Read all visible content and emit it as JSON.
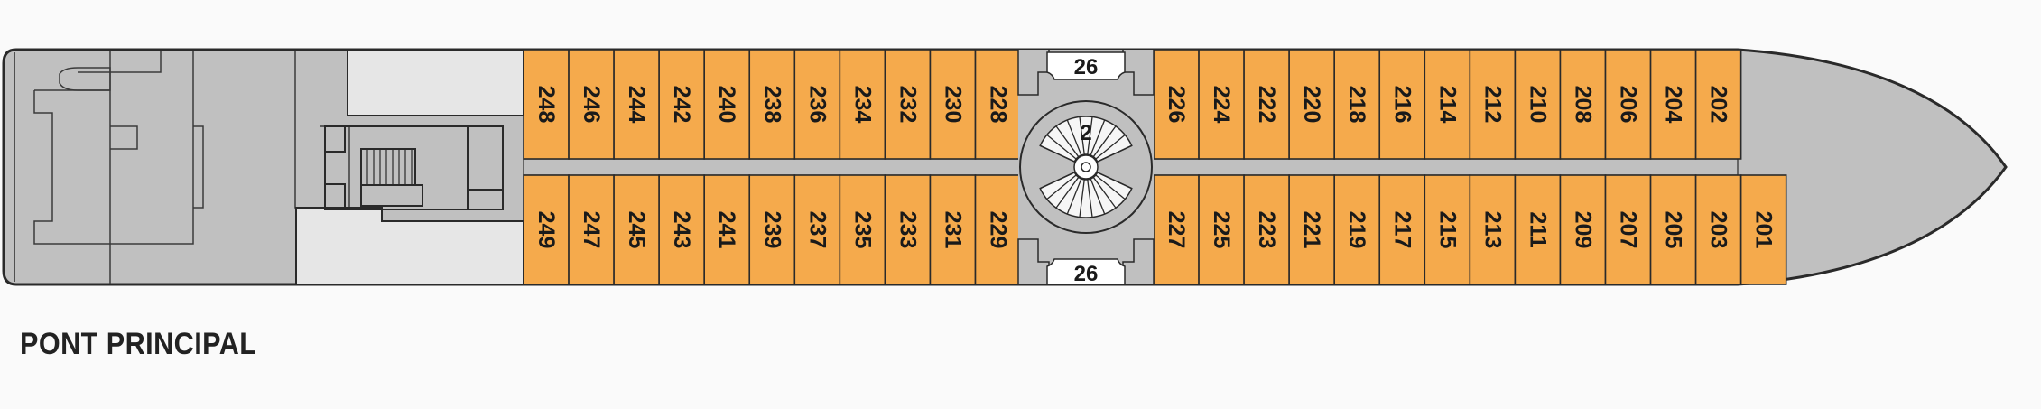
{
  "deck": {
    "title": "PONT PRINCIPAL",
    "colors": {
      "cabin": "#f5aa4c",
      "hull": "#c0c0c0",
      "light_area": "#e6e6e6",
      "outline": "#2a2a2a"
    },
    "upper_cabins": [
      "248",
      "246",
      "244",
      "242",
      "240",
      "238",
      "236",
      "234",
      "232",
      "230",
      "228",
      "226",
      "224",
      "222",
      "220",
      "218",
      "216",
      "214",
      "212",
      "210",
      "208",
      "206",
      "204",
      "202"
    ],
    "lower_cabins": [
      "249",
      "247",
      "245",
      "243",
      "241",
      "239",
      "237",
      "235",
      "233",
      "231",
      "229",
      "227",
      "225",
      "223",
      "221",
      "219",
      "217",
      "215",
      "213",
      "211",
      "209",
      "207",
      "205",
      "203",
      "201"
    ],
    "stair_label": "2",
    "upper_badge": "26",
    "lower_badge": "26"
  }
}
